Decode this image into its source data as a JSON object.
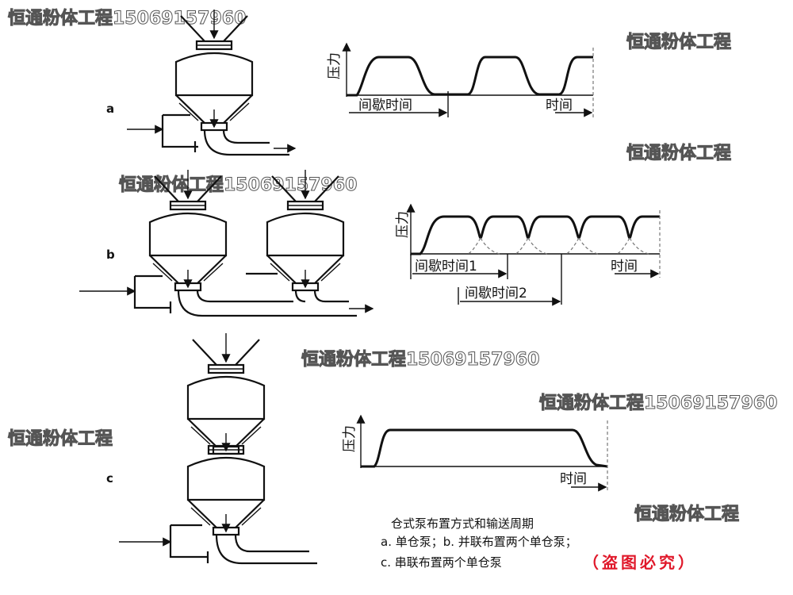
{
  "labels": {
    "a": "a",
    "b": "b",
    "c": "c"
  },
  "chart_a": {
    "ylabel": "压力",
    "interval": "间歇时间",
    "time": "时间"
  },
  "chart_b": {
    "ylabel": "压力",
    "interval1": "间歇时间1",
    "interval2": "间歇时间2",
    "time": "时间"
  },
  "chart_c": {
    "ylabel": "压力",
    "time": "时间"
  },
  "caption": {
    "title": "仓式泵布置方式和输送周期",
    "line1": "a. 单仓泵；b. 并联布置两个单仓泵；",
    "line2": "c. 串联布置两个单仓泵",
    "warning": "（盗图必究）"
  },
  "watermarks": {
    "full": "恒通粉体工程15069157960",
    "short": "恒通粉体工程"
  },
  "colors": {
    "warning": "#e0182a",
    "line": "#111111"
  }
}
